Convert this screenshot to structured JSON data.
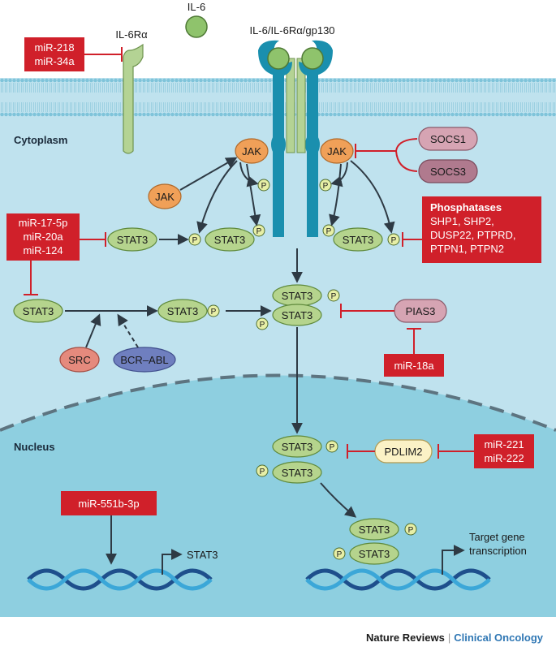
{
  "labels": {
    "il6": "IL-6",
    "il6r": "IL-6Rα",
    "complex": "IL-6/IL-6Rα/gp130",
    "cytoplasm": "Cytoplasm",
    "nucleus": "Nucleus",
    "stat3_gene": "STAT3",
    "target_line1": "Target gene",
    "target_line2": "transcription",
    "p": "P"
  },
  "nodes": {
    "jak": "JAK",
    "stat3": "STAT3",
    "socs1": "SOCS1",
    "socs3": "SOCS3",
    "src": "SRC",
    "bcr_abl": "BCR–ABL",
    "pias3": "PIAS3",
    "pdlim2": "PDLIM2"
  },
  "mirna_boxes": {
    "mir218_34a": [
      "miR-218",
      "miR-34a"
    ],
    "mir17_20_124": [
      "miR-17-5p",
      "miR-20a",
      "miR-124"
    ],
    "mir18a": [
      "miR-18a"
    ],
    "mir221_222": [
      "miR-221",
      "miR-222"
    ],
    "mir551": [
      "miR-551b-3p"
    ]
  },
  "phosphatases": {
    "title": "Phosphatases",
    "lines": [
      "SHP1, SHP2,",
      "DUSP22, PTPRD,",
      "PTPN1, PTPN2"
    ]
  },
  "footer": {
    "journal": "Nature Reviews",
    "separator": "|",
    "section": "Clinical Oncology"
  },
  "colors": {
    "cytoplasm": "#bfe2ee",
    "nucleus": "#8ecfe0",
    "stat3": "#b5d48d",
    "jak": "#f0a058",
    "socs": "#d6a4b3",
    "src": "#e58a7d",
    "bcr_abl": "#6f7fbf",
    "mirna": "#d0202a",
    "receptor_blue": "#1a8fae",
    "receptor_green": "#b4d394"
  }
}
